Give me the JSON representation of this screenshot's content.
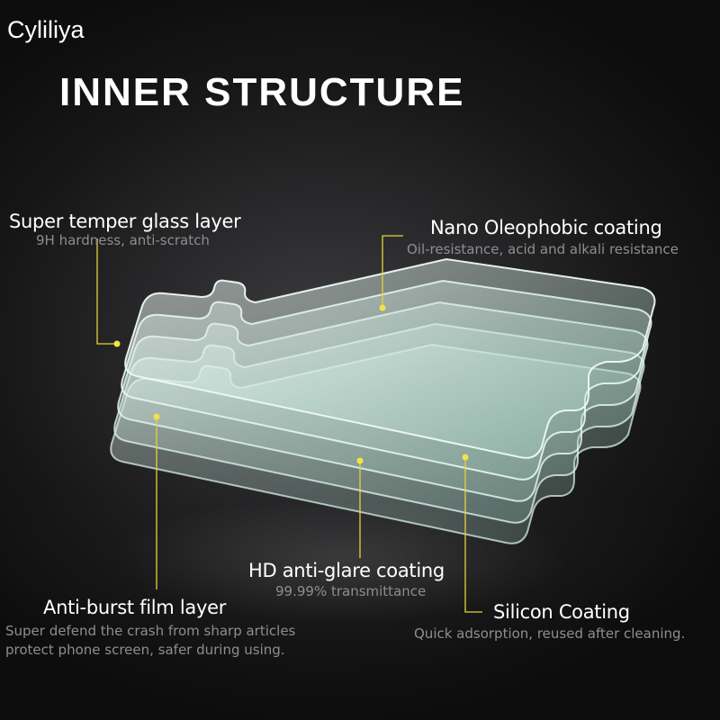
{
  "brand": "Cyliliya",
  "title": "INNER STRUCTURE",
  "colors": {
    "leader": "#e8d23a",
    "dot": "#f2e24a",
    "label": "#ffffff",
    "sublabel": "#8e8e90",
    "glass_edge": "#d8efe6"
  },
  "layers": {
    "super_temper": {
      "label": "Super temper glass layer",
      "sub": "9H hardness, anti-scratch"
    },
    "nano": {
      "label": "Nano Oleophobic coating",
      "sub": "Oil-resistance, acid and alkali resistance"
    },
    "hd": {
      "label": "HD anti-glare coating",
      "sub": "99.99% transmittance"
    },
    "anti_burst": {
      "label": "Anti-burst film layer",
      "sub_line1": "Super defend the crash from sharp articles",
      "sub_line2": "protect phone screen, safer during using."
    },
    "silicon": {
      "label": "Silicon Coating",
      "sub": "Quick adsorption, reused after cleaning."
    }
  }
}
